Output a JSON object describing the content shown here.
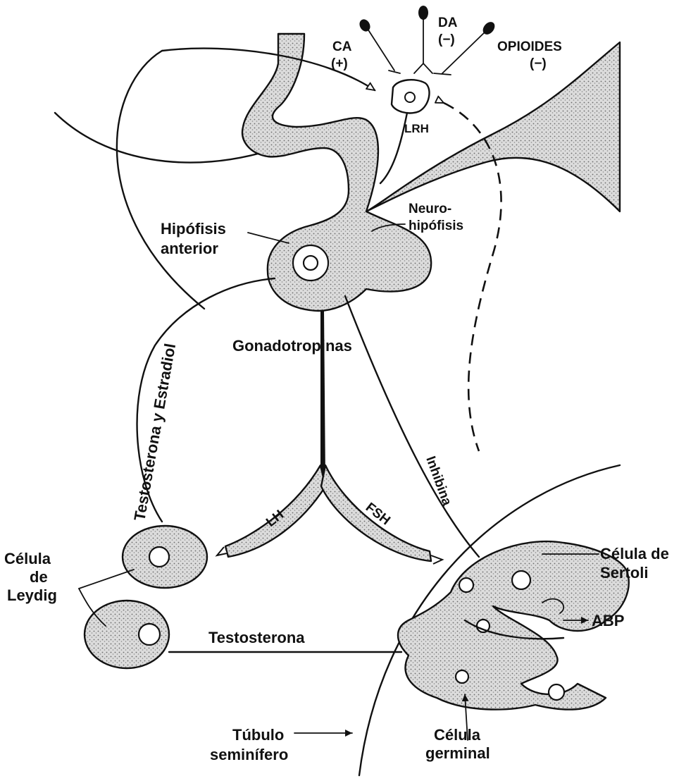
{
  "labels": {
    "ca": "CA",
    "ca_sign": "(+)",
    "da": "DA",
    "da_sign": "(−)",
    "opioides": "OPIOIDES",
    "opioides_sign": "(−)",
    "lrh": "LRH",
    "neurohipofisis_1": "Neuro-",
    "neurohipofisis_2": "hipófisis",
    "hipofisis_1": "Hipófisis",
    "hipofisis_2": "anterior",
    "gonadotropinas": "Gonadotropinas",
    "testosterona_estradiol": "Testosterona y Estradiol",
    "inhibina": "Inhibina",
    "lh": "LH",
    "fsh": "FSH",
    "celula_sertoli_1": "Célula de",
    "celula_sertoli_2": "Sertoli",
    "abp": "ABP",
    "celula_leydig_1": "Célula",
    "celula_leydig_2": "de",
    "celula_leydig_3": "Leydig",
    "testosterona": "Testosterona",
    "celula_germinal_1": "Célula",
    "celula_germinal_2": "germinal",
    "tubulo_1": "Túbulo",
    "tubulo_2": "seminífero"
  }
}
